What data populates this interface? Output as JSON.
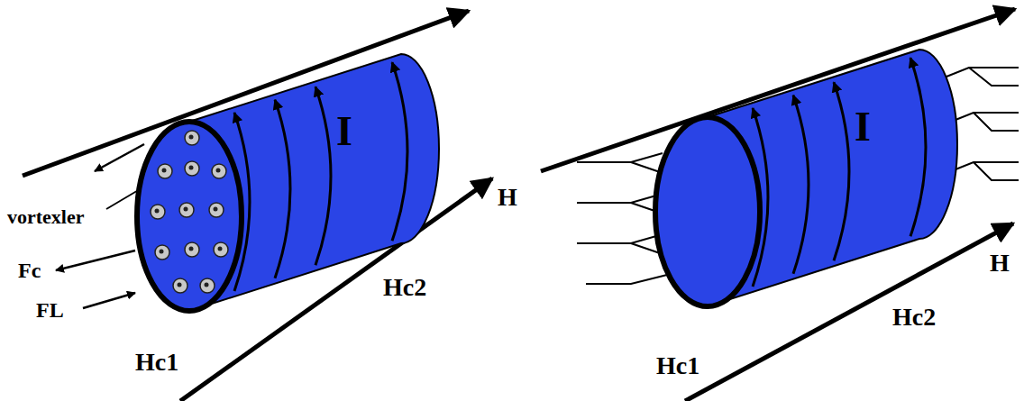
{
  "diagram": {
    "nodes": [
      {
        "text": [
          "I"
        ]
      },
      {
        "text": [
          "I"
        ]
      }
    ],
    "labels": [
      "vortexler",
      "Fc",
      "FL",
      "Hc1",
      "Hc2",
      "H",
      "Hc2",
      "H",
      "Hc1"
    ]
  }
}
